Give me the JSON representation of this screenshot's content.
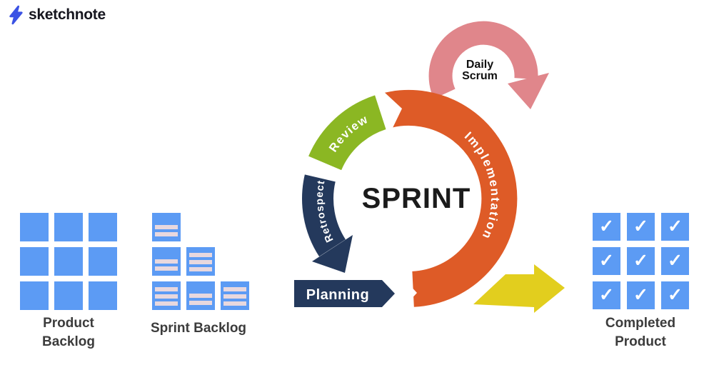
{
  "brand": {
    "name": "sketchnote",
    "icon": "lightning-bolt-icon"
  },
  "sprint": {
    "title": "SPRINT",
    "daily_scrum": {
      "line1": "Daily",
      "line2": "Scrum"
    },
    "stages": {
      "planning": "Planning",
      "implementation": "Implementation",
      "review": "Review",
      "retrospect": "Retrospect"
    }
  },
  "artifacts": {
    "product_backlog": {
      "label": "Product Backlog",
      "rows": 3,
      "cols": 3
    },
    "sprint_backlog": {
      "label": "Sprint Backlog",
      "cards": [
        {
          "row": 1,
          "col": 1,
          "stripes": 2
        },
        {
          "row": 2,
          "col": 1,
          "stripes": 2
        },
        {
          "row": 2,
          "col": 2,
          "stripes": 3
        },
        {
          "row": 3,
          "col": 1,
          "stripes": 3
        },
        {
          "row": 3,
          "col": 2,
          "stripes": 2
        },
        {
          "row": 3,
          "col": 3,
          "stripes": 3
        }
      ]
    },
    "completed_product": {
      "label": "Completed Product",
      "rows": 3,
      "cols": 3,
      "check_glyph": "✓"
    }
  },
  "colors": {
    "tile_blue": "#5c9bf4",
    "implementation_orange": "#de5b27",
    "review_green": "#8bb723",
    "navy": "#24395c",
    "daily_scrum_pink": "#e0868b",
    "arrow_yellow": "#e2ce1e",
    "card_stripe": "#e8d8de",
    "logo_blue": "#3b52e4"
  }
}
